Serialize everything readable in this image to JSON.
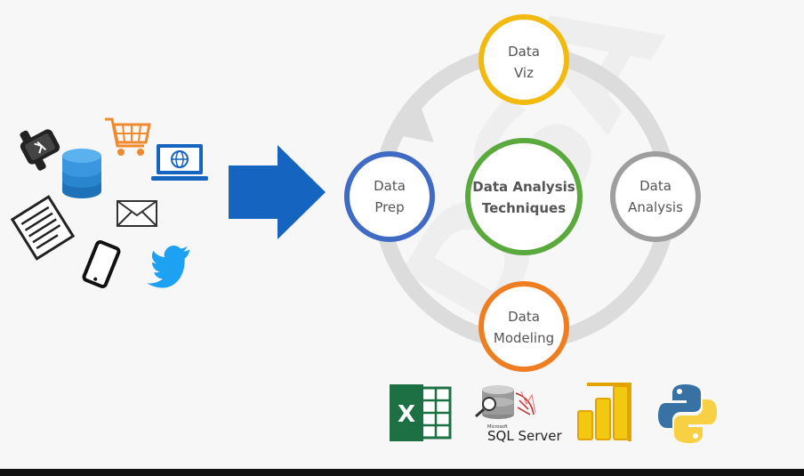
{
  "diagram": {
    "center": {
      "line1": "Data Analysis",
      "line2": "Techniques",
      "color": "#5aa93d"
    },
    "nodes": {
      "viz": {
        "line1": "Data",
        "line2": "Viz",
        "color": "#f2b90f"
      },
      "prep": {
        "line1": "Data",
        "line2": "Prep",
        "color": "#3f6bc4"
      },
      "analysis": {
        "line1": "Data",
        "line2": "Analysis",
        "color": "#9e9e9e"
      },
      "modeling": {
        "line1": "Data",
        "line2": "Modeling",
        "color": "#ef7d22"
      }
    },
    "cycle_color": "#dcdcdc",
    "arrow_color": "#1565c0",
    "watermark": "DSA"
  },
  "sources": {
    "icons": [
      "smartwatch-icon",
      "shopping-cart-icon",
      "database-icon",
      "laptop-web-icon",
      "document-icon",
      "email-icon",
      "smartphone-icon",
      "twitter-icon"
    ]
  },
  "tools": {
    "excel": {
      "letter": "X",
      "color": "#1d7044"
    },
    "sqlserver": {
      "small": "Microsoft",
      "name": "SQL Server"
    },
    "powerbi": {
      "color": "#f2c811"
    },
    "python": {
      "blue": "#3872a4",
      "yellow": "#f7d044"
    }
  }
}
